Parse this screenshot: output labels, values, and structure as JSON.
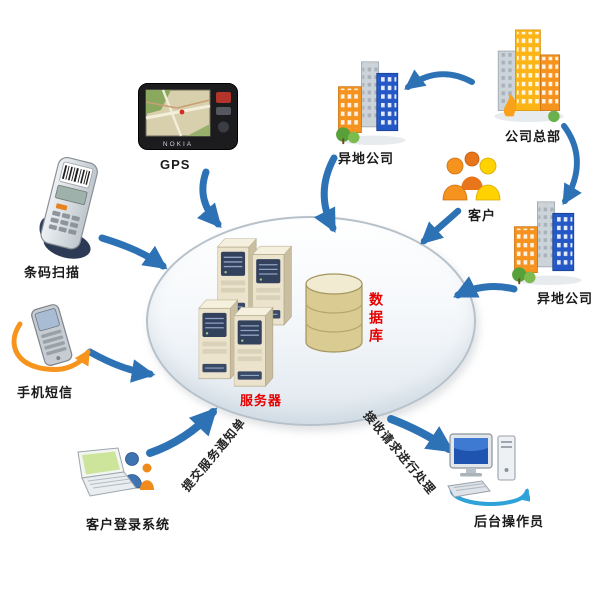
{
  "center": {
    "server_label": "服务器",
    "database_label": "数据库"
  },
  "nodes": {
    "gps": {
      "label": "GPS"
    },
    "barcode": {
      "label": "条码扫描"
    },
    "sms": {
      "label": "手机短信"
    },
    "login": {
      "label": "客户登录系统"
    },
    "branch_top": {
      "label": "异地公司"
    },
    "hq": {
      "label": "公司总部"
    },
    "customer": {
      "label": "客户"
    },
    "branch_right": {
      "label": "异地公司"
    },
    "operator": {
      "label": "后台操作员"
    }
  },
  "flows": {
    "submit": {
      "label": "提交服务通知单"
    },
    "receive": {
      "label": "接收请求进行处理"
    }
  },
  "device_text": {
    "gps_brand": "NOKIA"
  },
  "colors": {
    "arrow_blue": "#2e72b6",
    "swoosh_orange": "#f7941d",
    "swoosh_cyan": "#2fa3d9",
    "highlight_red": "#e60000",
    "label_black": "#1b1b1b"
  }
}
